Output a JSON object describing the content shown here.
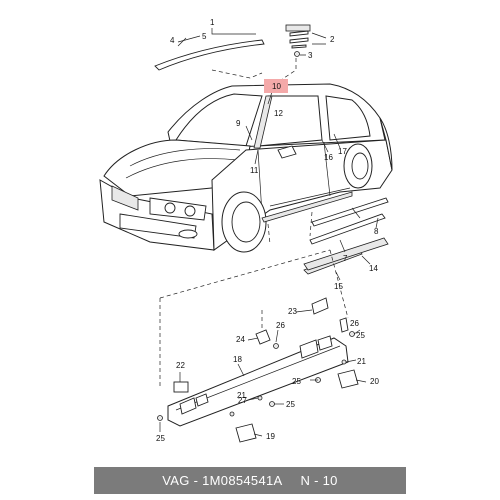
{
  "diagram": {
    "callouts": [
      "1",
      "2",
      "3",
      "4",
      "5",
      "7",
      "8",
      "9",
      "10",
      "11",
      "12",
      "14",
      "15",
      "16",
      "17",
      "18",
      "19",
      "20",
      "21",
      "21",
      "22",
      "23",
      "24",
      "25",
      "25",
      "25",
      "25",
      "26",
      "26",
      "27"
    ],
    "highlighted_callout": "10",
    "highlight_color": "#f4a9a9"
  },
  "footer": {
    "part_label": "VAG - 1M0854541A",
    "position_label": "N - 10",
    "background_color": "#7b7b7b"
  }
}
